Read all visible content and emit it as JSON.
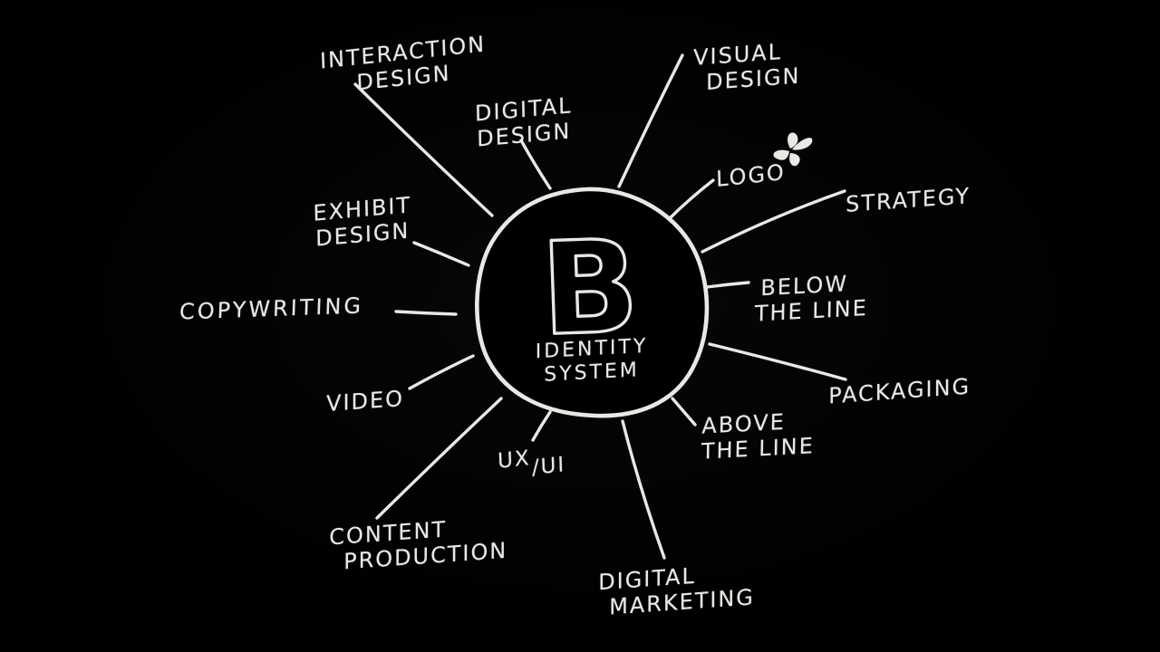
{
  "canvas": {
    "background": "#000000",
    "ink": "#eae8e4"
  },
  "center": {
    "letter": "B",
    "label_lines": [
      "IDENTITY",
      "SYSTEM"
    ]
  },
  "doodle": {
    "name": "butterfly-scribble"
  },
  "spokes": [
    {
      "id": "interaction-design",
      "lines": [
        "INTERACTION",
        "DESIGN"
      ]
    },
    {
      "id": "digital-design",
      "lines": [
        "DIGITAL",
        "DESIGN"
      ]
    },
    {
      "id": "visual-design",
      "lines": [
        "VISUAL",
        "DESIGN"
      ]
    },
    {
      "id": "logo",
      "lines": [
        "LOGO"
      ]
    },
    {
      "id": "strategy",
      "lines": [
        "STRATEGY"
      ]
    },
    {
      "id": "below-the-line",
      "lines": [
        "BELOW",
        "THE LINE"
      ]
    },
    {
      "id": "packaging",
      "lines": [
        "PACKAGING"
      ]
    },
    {
      "id": "above-the-line",
      "lines": [
        "ABOVE",
        "THE LINE"
      ]
    },
    {
      "id": "digital-marketing",
      "lines": [
        "DIGITAL",
        "MARKETING"
      ]
    },
    {
      "id": "ux-ui",
      "lines": [
        "UX",
        "/UI"
      ]
    },
    {
      "id": "content-production",
      "lines": [
        "CONTENT",
        "PRODUCTION"
      ]
    },
    {
      "id": "video",
      "lines": [
        "VIDEO"
      ]
    },
    {
      "id": "copywriting",
      "lines": [
        "COPYWRITING"
      ]
    },
    {
      "id": "exhibit-design",
      "lines": [
        "EXHIBIT",
        "DESIGN"
      ]
    }
  ]
}
